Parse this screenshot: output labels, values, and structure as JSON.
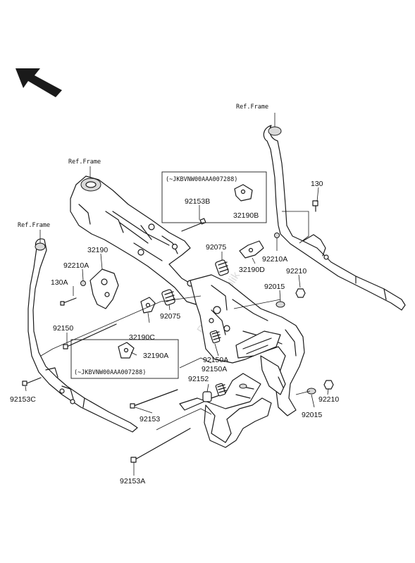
{
  "labels": {
    "ref_frame_top_right": "Ref.Frame",
    "ref_frame_center": "Ref.Frame",
    "ref_frame_left": "Ref.Frame",
    "serial_box_top": "(~JKBVNW00AAA007288)",
    "serial_box_bottom": "(~JKBVNW00AAA007288)",
    "p130_right": "130",
    "p130_left": "130A",
    "p92153B": "92153B",
    "p32190B": "32190B",
    "p92075_top": "92075",
    "p92210A_right": "92210A",
    "p32190D": "32190D",
    "p92210_right_top": "92210",
    "p92015_top": "92015",
    "p32190": "32190",
    "p92210A_left": "92210A",
    "p92075_mid": "92075",
    "p92150": "92150",
    "p32190C": "32190C",
    "p32190A": "32190A",
    "p92150A_1": "92150A",
    "p92150A_2": "92150A",
    "p92152": "92152",
    "p92153C": "92153C",
    "p92153": "92153",
    "p92210_bottom": "92210",
    "p92015_bottom": "92015",
    "p92153A": "92153A"
  },
  "watermark": "PartsRepublik",
  "icons": {
    "front_direction": "arrow-icon"
  }
}
